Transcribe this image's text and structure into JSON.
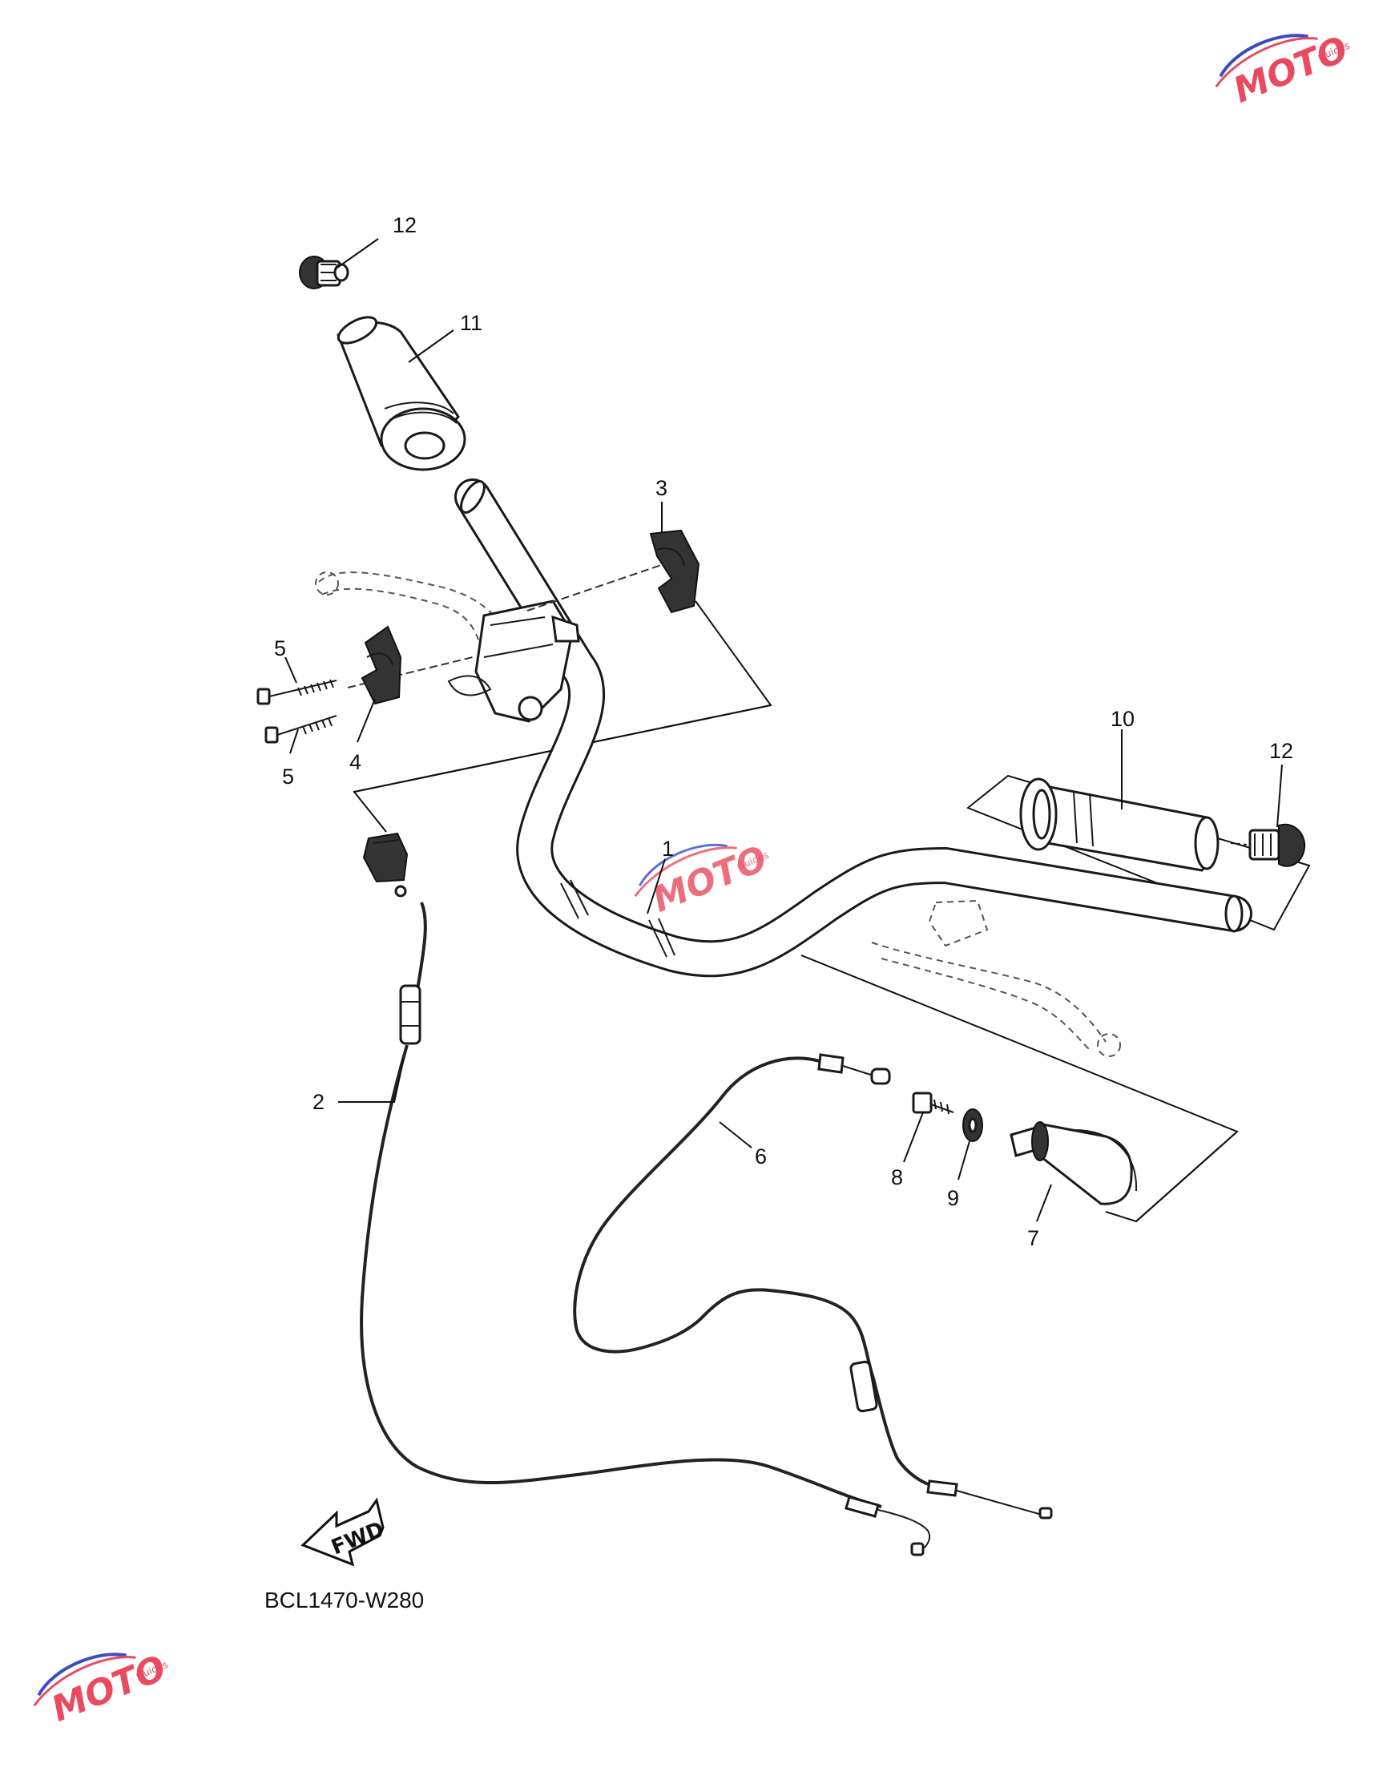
{
  "diagram_code": "BCL1470-W280",
  "fwd_label": "FWD",
  "watermark": {
    "brand": "MOTO",
    "sub": "Guides"
  },
  "callouts": {
    "c1": "1",
    "c2": "2",
    "c3": "3",
    "c4": "4",
    "c5a": "5",
    "c5b": "5",
    "c6": "6",
    "c7": "7",
    "c8": "8",
    "c9": "9",
    "c10": "10",
    "c11": "11",
    "c12a": "12",
    "c12b": "12"
  },
  "colors": {
    "line": "#1a1a1a",
    "watermark": "#e84a5f",
    "watermark_accent": "#3a4cc4"
  }
}
